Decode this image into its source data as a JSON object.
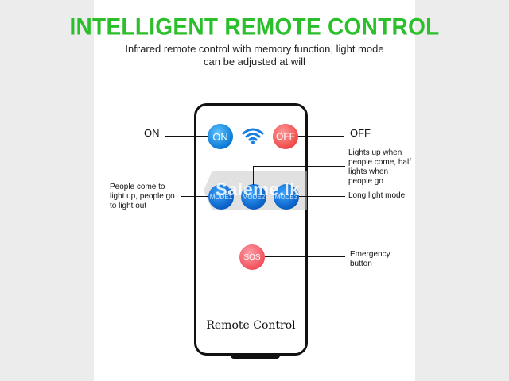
{
  "header": {
    "title": "INTELLIGENT REMOTE CONTROL",
    "subtitle": "Infrared remote control with memory function, light mode can be adjusted at will"
  },
  "remote": {
    "label": "Remote Control",
    "buttons": {
      "on": "ON",
      "off": "OFF",
      "mode1": "MODE1",
      "mode2": "MODE2",
      "mode3": "MODE3",
      "sos": "SOS"
    }
  },
  "watermark": "Saleme.lk",
  "callouts": {
    "on": "ON",
    "off": "OFF",
    "mode1": "People come to light up, people go to light out",
    "mode2": "Lights up when people come, half lights when people go",
    "mode3": "Long light mode",
    "sos": "Emergency button"
  },
  "colors": {
    "title_green": "#2bbf2b",
    "on_blue": "#0b78d6",
    "off_red": "#f04a4a",
    "mode_blue": "#0a5fc4",
    "sos_pink": "#f2515d"
  },
  "icons": {
    "wifi": "wifi-icon"
  }
}
